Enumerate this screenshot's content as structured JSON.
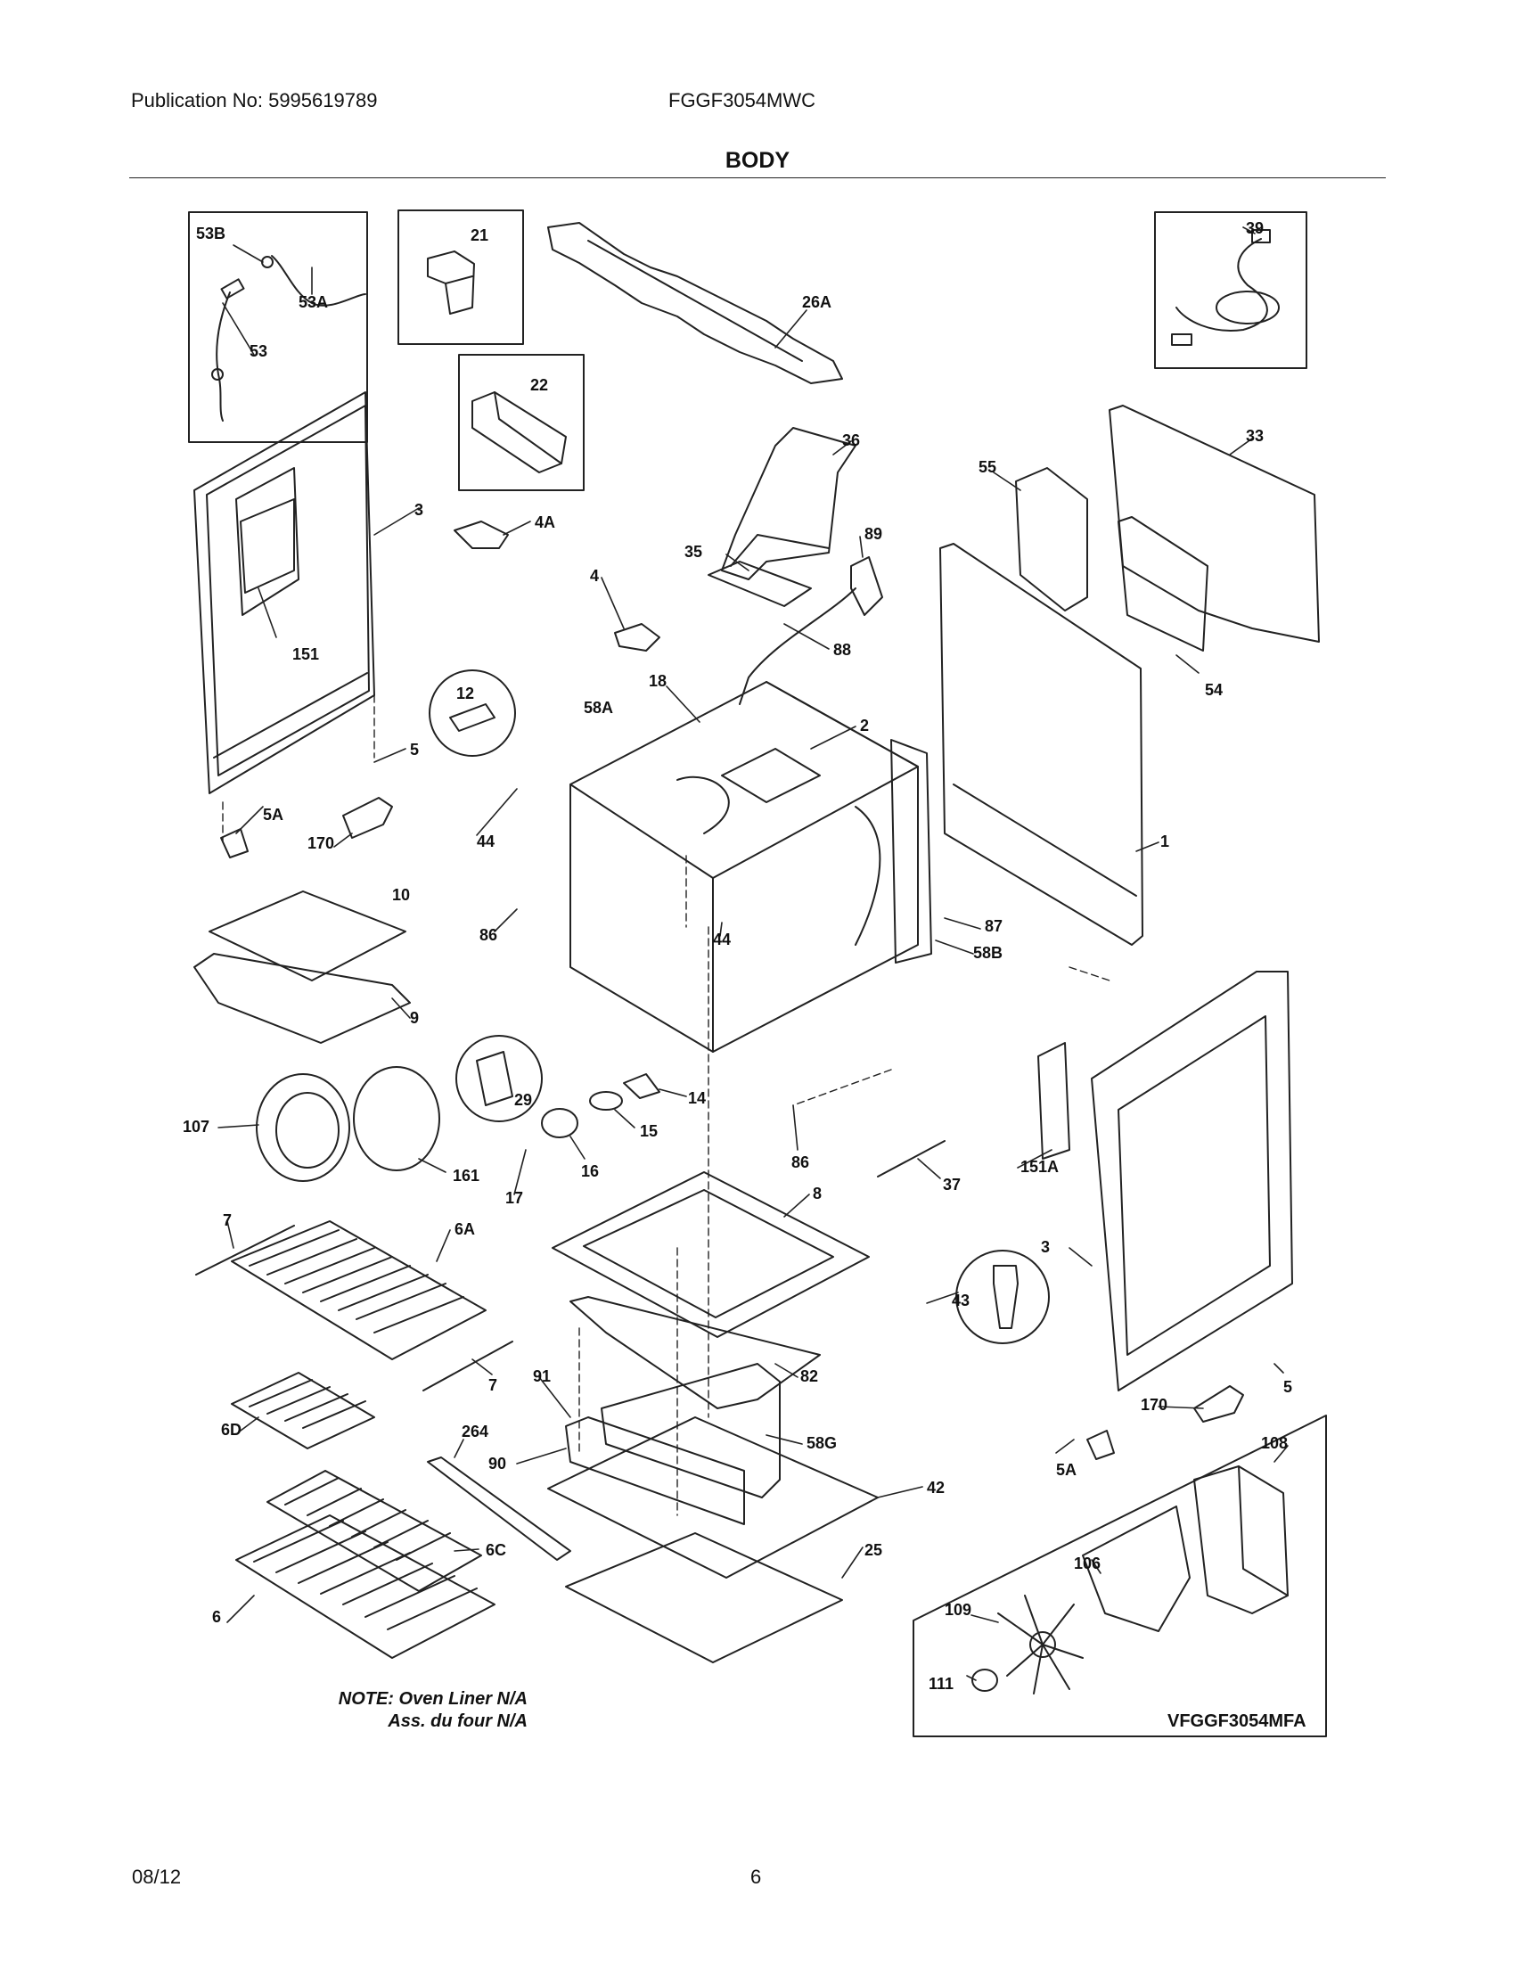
{
  "header": {
    "publication": "Publication No: 5995619789",
    "model": "FGGF3054MWC",
    "title": "BODY"
  },
  "footer": {
    "date": "08/12",
    "page": "6"
  },
  "note": {
    "line1": "NOTE: Oven Liner N/A",
    "line2": "Ass. du four N/A"
  },
  "diagram_id": "VFGGF3054MFA",
  "callouts": [
    "53B",
    "53A",
    "53",
    "21",
    "26A",
    "39",
    "22",
    "36",
    "33",
    "55",
    "3",
    "4A",
    "35",
    "89",
    "4",
    "88",
    "151",
    "54",
    "12",
    "18",
    "58A",
    "2",
    "5",
    "5A",
    "44",
    "1",
    "170",
    "10",
    "87",
    "86",
    "44",
    "58B",
    "9",
    "29",
    "14",
    "107",
    "15",
    "16",
    "161",
    "86",
    "151A",
    "17",
    "37",
    "7",
    "6A",
    "8",
    "3",
    "43",
    "7",
    "82",
    "91",
    "58G",
    "264",
    "90",
    "5",
    "170",
    "108",
    "42",
    "6D",
    "5A",
    "25",
    "106",
    "6C",
    "109",
    "6",
    "111"
  ]
}
